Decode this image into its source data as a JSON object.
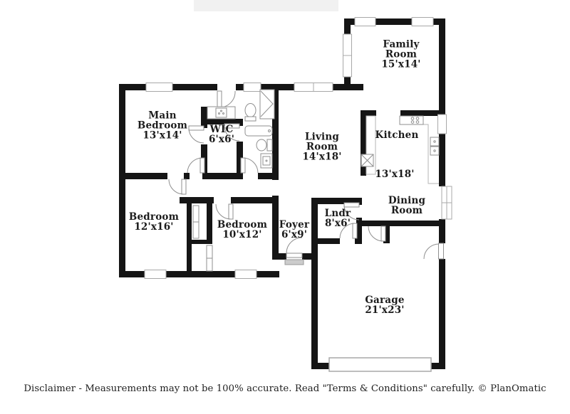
{
  "plan": {
    "rooms": {
      "family_room": {
        "name": "Family Room",
        "dims": "15'x14'"
      },
      "main_bedroom": {
        "name": "Main Bedroom",
        "dims": "13'x14'"
      },
      "wic": {
        "name": "WIC",
        "dims": "6'x6'"
      },
      "living_room": {
        "name": "Living Room",
        "dims": "14'x18'"
      },
      "kitchen": {
        "name": "Kitchen",
        "dims": "13'x18'"
      },
      "dining_room": {
        "name": "Dining Room",
        "dims": ""
      },
      "bedroom_left": {
        "name": "Bedroom",
        "dims": "12'x16'"
      },
      "bedroom_mid": {
        "name": "Bedroom",
        "dims": "10'x12'"
      },
      "foyer": {
        "name": "Foyer",
        "dims": "6'x9'"
      },
      "laundry": {
        "name": "Lndr",
        "dims": "8'x6'"
      },
      "garage": {
        "name": "Garage",
        "dims": "21'x23'"
      }
    },
    "footer": {
      "disclaimer": "Disclaimer - Measurements may not be 100% accurate. Read \"Terms & Conditions\" carefully. © PlanOmatic"
    },
    "colors": {
      "wall": "#151515",
      "window_frame": "#a8a8a8",
      "fixture_outline": "#8f8f8f",
      "text": "#1b1b1b",
      "watermark_box": "#f1f1f1"
    }
  }
}
